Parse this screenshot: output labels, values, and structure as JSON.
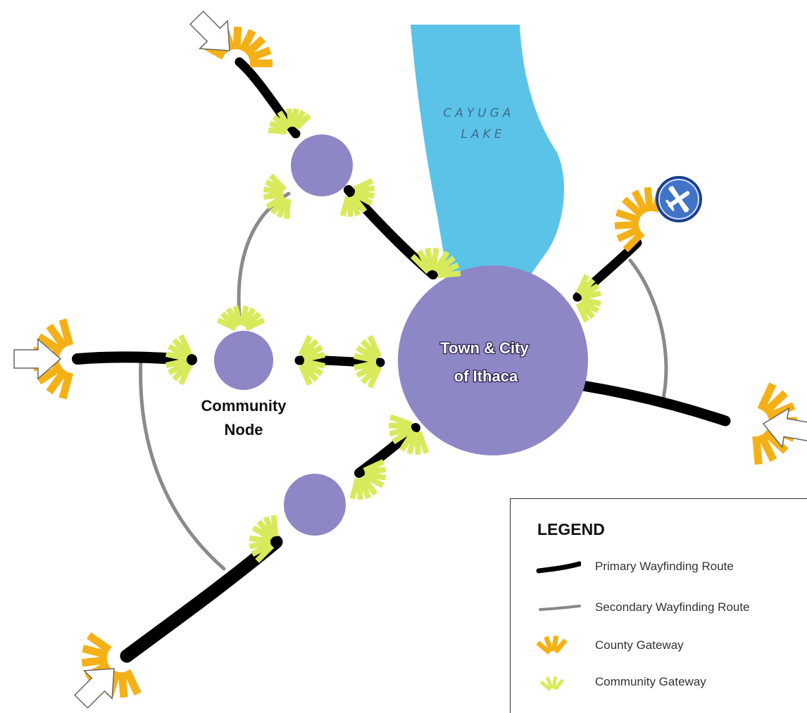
{
  "lake": {
    "line1": "CAYUGA",
    "line2": "LAKE",
    "color": "#5bc3e8"
  },
  "hub": {
    "line1": "Town & City",
    "line2": "of Ithaca",
    "color": "#8e87c6"
  },
  "community_node": {
    "line1": "Community",
    "line2": "Node"
  },
  "airport": {
    "icon": "airplane-icon"
  },
  "entry_arrow_icon": "entry-arrow-icon",
  "colors": {
    "primary_route": "#000000",
    "secondary_route": "#888888",
    "county_gateway": "#f4b117",
    "community_gateway": "#d8ea5c",
    "node": "#8e87c6"
  },
  "legend": {
    "title": "LEGEND",
    "items": [
      {
        "label": "Primary Wayfinding Route",
        "symbol": "primary-route"
      },
      {
        "label": "Secondary Wayfinding Route",
        "symbol": "secondary-route"
      },
      {
        "label": "County Gateway",
        "symbol": "county-gateway"
      },
      {
        "label": "Community Gateway",
        "symbol": "community-gateway"
      }
    ]
  }
}
